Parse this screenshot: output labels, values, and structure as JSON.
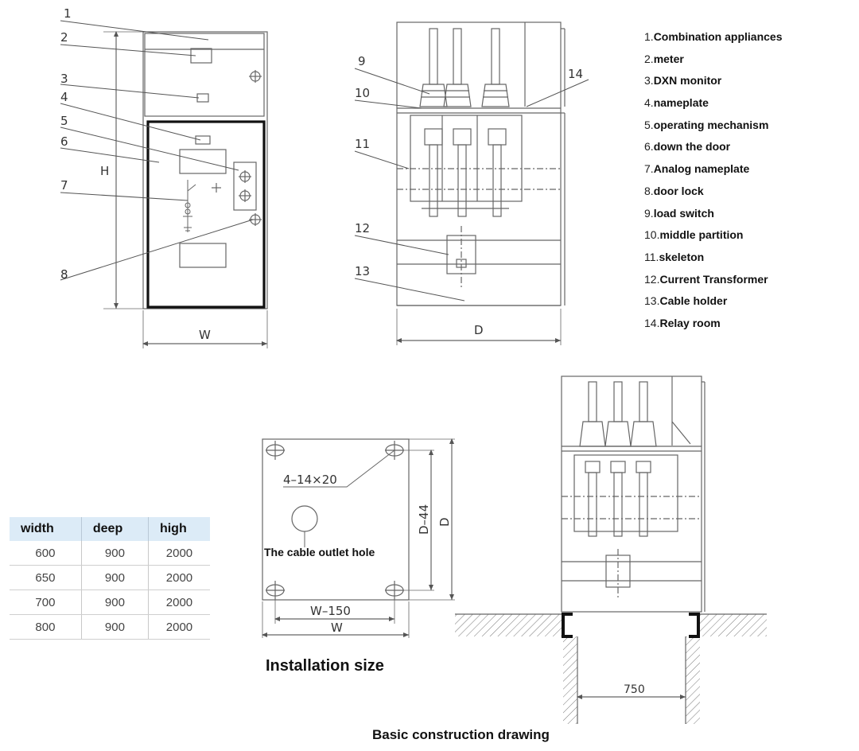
{
  "front_view": {
    "callouts": [
      "1",
      "2",
      "3",
      "4",
      "5",
      "6",
      "7",
      "8"
    ],
    "dim_height": "H",
    "dim_width": "W"
  },
  "side_view": {
    "callouts": [
      "9",
      "10",
      "11",
      "12",
      "13",
      "14"
    ],
    "dim_depth": "D"
  },
  "legend": [
    {
      "num": "1.",
      "label": "Combination appliances"
    },
    {
      "num": "2.",
      "label": "meter"
    },
    {
      "num": "3.",
      "label": "DXN monitor"
    },
    {
      "num": "4.",
      "label": "nameplate"
    },
    {
      "num": "5.",
      "label": "operating mechanism"
    },
    {
      "num": "6.",
      "label": "down the door"
    },
    {
      "num": "7.",
      "label": "Analog nameplate"
    },
    {
      "num": "8.",
      "label": "door lock"
    },
    {
      "num": "9.",
      "label": "load switch"
    },
    {
      "num": "10.",
      "label": "middle partition"
    },
    {
      "num": "11.",
      "label": "skeleton"
    },
    {
      "num": "12.",
      "label": "Current Transformer"
    },
    {
      "num": "13.",
      "label": "Cable holder"
    },
    {
      "num": "14.",
      "label": "Relay room"
    }
  ],
  "install_view": {
    "hole_spec": "4–14×20",
    "outlet_label": "The cable outlet hole",
    "dim_w_inner": "W–150",
    "dim_w": "W",
    "dim_d_inner": "D–44",
    "dim_d": "D",
    "caption": "Installation size"
  },
  "foundation_view": {
    "dim_trench": "750",
    "caption": "Basic construction drawing"
  },
  "spec_table": {
    "headers": [
      "width",
      "deep",
      "high"
    ],
    "rows": [
      [
        "600",
        "900",
        "2000"
      ],
      [
        "650",
        "900",
        "2000"
      ],
      [
        "700",
        "900",
        "2000"
      ],
      [
        "800",
        "900",
        "2000"
      ]
    ]
  }
}
